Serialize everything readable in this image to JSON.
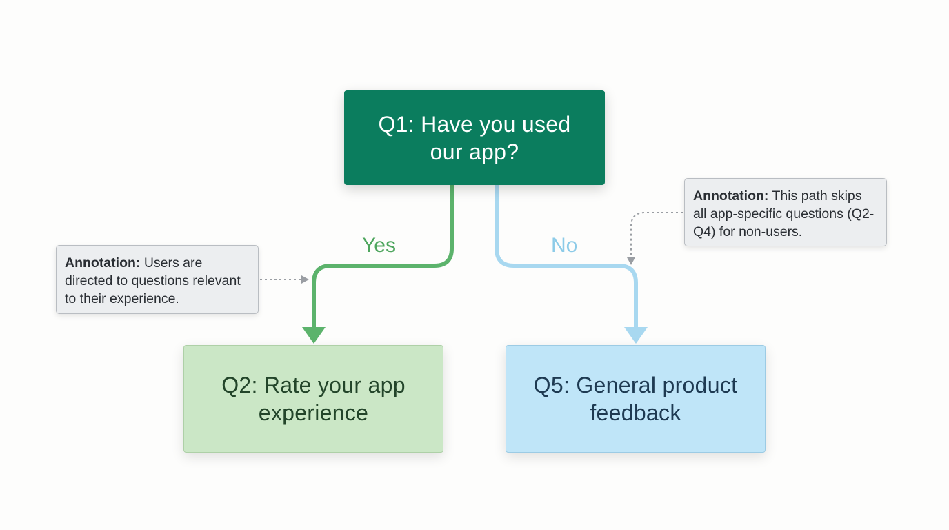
{
  "nodes": {
    "q1": {
      "text": "Q1: Have you used\nour app?"
    },
    "q2": {
      "text": "Q2: Rate your app\nexperience"
    },
    "q5": {
      "text": "Q5: General product\nfeedback"
    }
  },
  "edges": {
    "yes": {
      "label": "Yes"
    },
    "no": {
      "label": "No"
    }
  },
  "annotations": {
    "left": {
      "heading": "Annotation:",
      "body": "Users are directed to questions relevant to their experience."
    },
    "right": {
      "heading": "Annotation:",
      "body": "This path skips all app-specific questions (Q2-Q4) for non-users."
    }
  },
  "colors": {
    "q1_fill": "#0b7d5e",
    "q2_fill": "#cbe7c6",
    "q5_fill": "#bfe5f8",
    "yes_path": "#5cb36c",
    "no_path": "#a8d8f0",
    "annotation_fill": "#eceef0",
    "pointer": "#9a9ea3"
  }
}
